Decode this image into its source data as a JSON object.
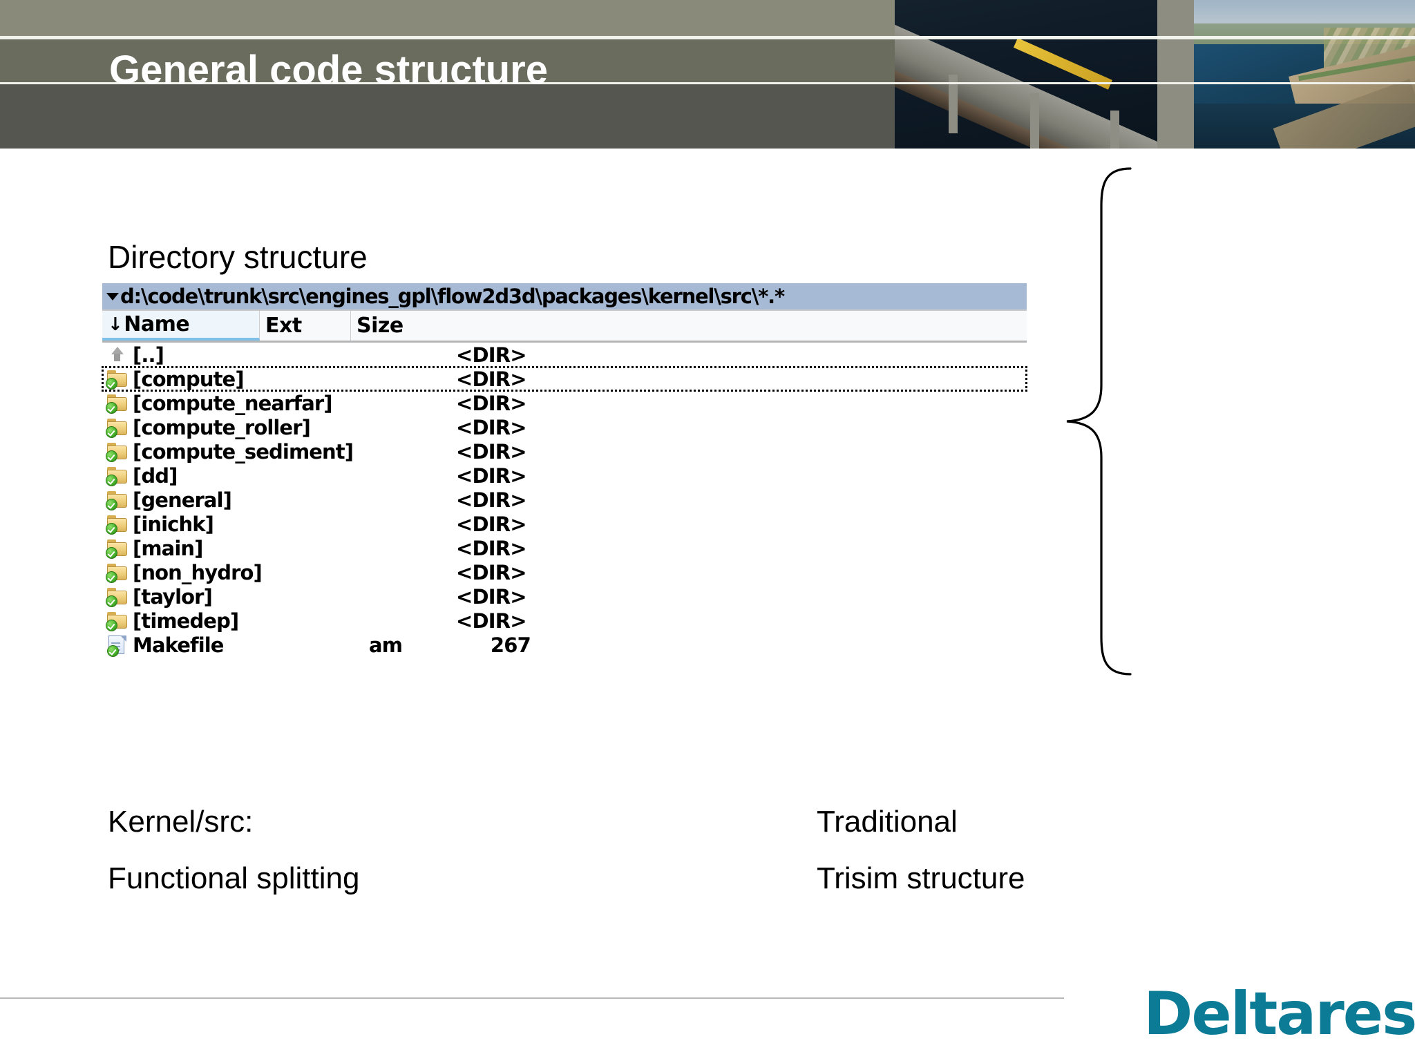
{
  "slide": {
    "title": "General code structure",
    "section_label": "Directory structure"
  },
  "colors": {
    "band_top": "#898a79",
    "band_mid": "#6a6c5e",
    "band_bottom": "#55564f",
    "path_bar": "#a7bad5",
    "logo_teal": "#0c7c96",
    "header_rule": "#f2f2ec"
  },
  "file_manager": {
    "path": "d:\\code\\trunk\\src\\engines_gpl\\flow2d3d\\packages\\kernel\\src\\*.*",
    "columns": {
      "name": "Name",
      "ext": "Ext",
      "size": "Size",
      "sort_arrow": "↓"
    },
    "rows": [
      {
        "icon": "up-folder-icon",
        "name": "[..]",
        "ext": "",
        "size": "<DIR>",
        "selected": false
      },
      {
        "icon": "folder-icon",
        "name": "[compute]",
        "ext": "",
        "size": "<DIR>",
        "selected": true
      },
      {
        "icon": "folder-icon",
        "name": "[compute_nearfar]",
        "ext": "",
        "size": "<DIR>",
        "selected": false
      },
      {
        "icon": "folder-icon",
        "name": "[compute_roller]",
        "ext": "",
        "size": "<DIR>",
        "selected": false
      },
      {
        "icon": "folder-icon",
        "name": "[compute_sediment]",
        "ext": "",
        "size": "<DIR>",
        "selected": false
      },
      {
        "icon": "folder-icon",
        "name": "[dd]",
        "ext": "",
        "size": "<DIR>",
        "selected": false
      },
      {
        "icon": "folder-icon",
        "name": "[general]",
        "ext": "",
        "size": "<DIR>",
        "selected": false
      },
      {
        "icon": "folder-icon",
        "name": "[inichk]",
        "ext": "",
        "size": "<DIR>",
        "selected": false
      },
      {
        "icon": "folder-icon",
        "name": "[main]",
        "ext": "",
        "size": "<DIR>",
        "selected": false
      },
      {
        "icon": "folder-icon",
        "name": "[non_hydro]",
        "ext": "",
        "size": "<DIR>",
        "selected": false
      },
      {
        "icon": "folder-icon",
        "name": "[taylor]",
        "ext": "",
        "size": "<DIR>",
        "selected": false
      },
      {
        "icon": "folder-icon",
        "name": "[timedep]",
        "ext": "",
        "size": "<DIR>",
        "selected": false
      },
      {
        "icon": "document-icon",
        "name": "Makefile",
        "ext": "am",
        "size": "267",
        "selected": false
      }
    ]
  },
  "captions": {
    "left_line1": "Kernel/src:",
    "left_line2": "Functional splitting",
    "right_line1": "Traditional",
    "right_line2": "Trisim structure"
  },
  "footer": {
    "logo_text": "Deltares"
  }
}
